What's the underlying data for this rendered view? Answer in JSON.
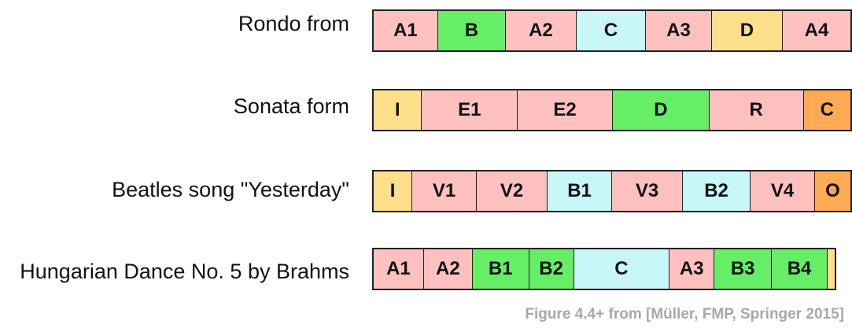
{
  "palette": {
    "pink": "#ffc0c0",
    "green": "#66ee66",
    "cyan": "#c8f7f7",
    "yellow": "#ffe08a",
    "orange": "#ffaa55"
  },
  "rows": [
    {
      "label": "Rondo from",
      "segments": [
        {
          "text": "A1",
          "color": "pink",
          "share": 80
        },
        {
          "text": "B",
          "color": "green",
          "share": 84
        },
        {
          "text": "A2",
          "color": "pink",
          "share": 88
        },
        {
          "text": "C",
          "color": "cyan",
          "share": 86
        },
        {
          "text": "A3",
          "color": "pink",
          "share": 82
        },
        {
          "text": "D",
          "color": "yellow",
          "share": 88
        },
        {
          "text": "A4",
          "color": "pink",
          "share": 84
        }
      ]
    },
    {
      "label": "Sonata form",
      "segments": [
        {
          "text": "I",
          "color": "yellow",
          "share": 60
        },
        {
          "text": "E1",
          "color": "pink",
          "share": 119
        },
        {
          "text": "E2",
          "color": "pink",
          "share": 118
        },
        {
          "text": "D",
          "color": "green",
          "share": 120
        },
        {
          "text": "R",
          "color": "pink",
          "share": 117
        },
        {
          "text": "C",
          "color": "orange",
          "share": 58
        }
      ]
    },
    {
      "label": "Beatles song \"Yesterday\"",
      "segments": [
        {
          "text": "I",
          "color": "yellow",
          "share": 48
        },
        {
          "text": "V1",
          "color": "pink",
          "share": 80
        },
        {
          "text": "V2",
          "color": "pink",
          "share": 88
        },
        {
          "text": "B1",
          "color": "cyan",
          "share": 80
        },
        {
          "text": "V3",
          "color": "pink",
          "share": 88
        },
        {
          "text": "B2",
          "color": "cyan",
          "share": 84
        },
        {
          "text": "V4",
          "color": "pink",
          "share": 80
        },
        {
          "text": "O",
          "color": "orange",
          "share": 44
        }
      ]
    },
    {
      "label": "Hungarian Dance No. 5 by Brahms",
      "segments": [
        {
          "text": "A1",
          "color": "pink",
          "share": 64
        },
        {
          "text": "A2",
          "color": "pink",
          "share": 62
        },
        {
          "text": "B1",
          "color": "green",
          "share": 72
        },
        {
          "text": "B2",
          "color": "green",
          "share": 57
        },
        {
          "text": "C",
          "color": "cyan",
          "share": 122
        },
        {
          "text": "A3",
          "color": "pink",
          "share": 57
        },
        {
          "text": "B3",
          "color": "green",
          "share": 73
        },
        {
          "text": "B4",
          "color": "green",
          "share": 71
        },
        {
          "text": "",
          "color": "yellow",
          "share": 9
        }
      ]
    }
  ],
  "caption": "Figure 4.4+ from [Müller, FMP, Springer 2015]"
}
